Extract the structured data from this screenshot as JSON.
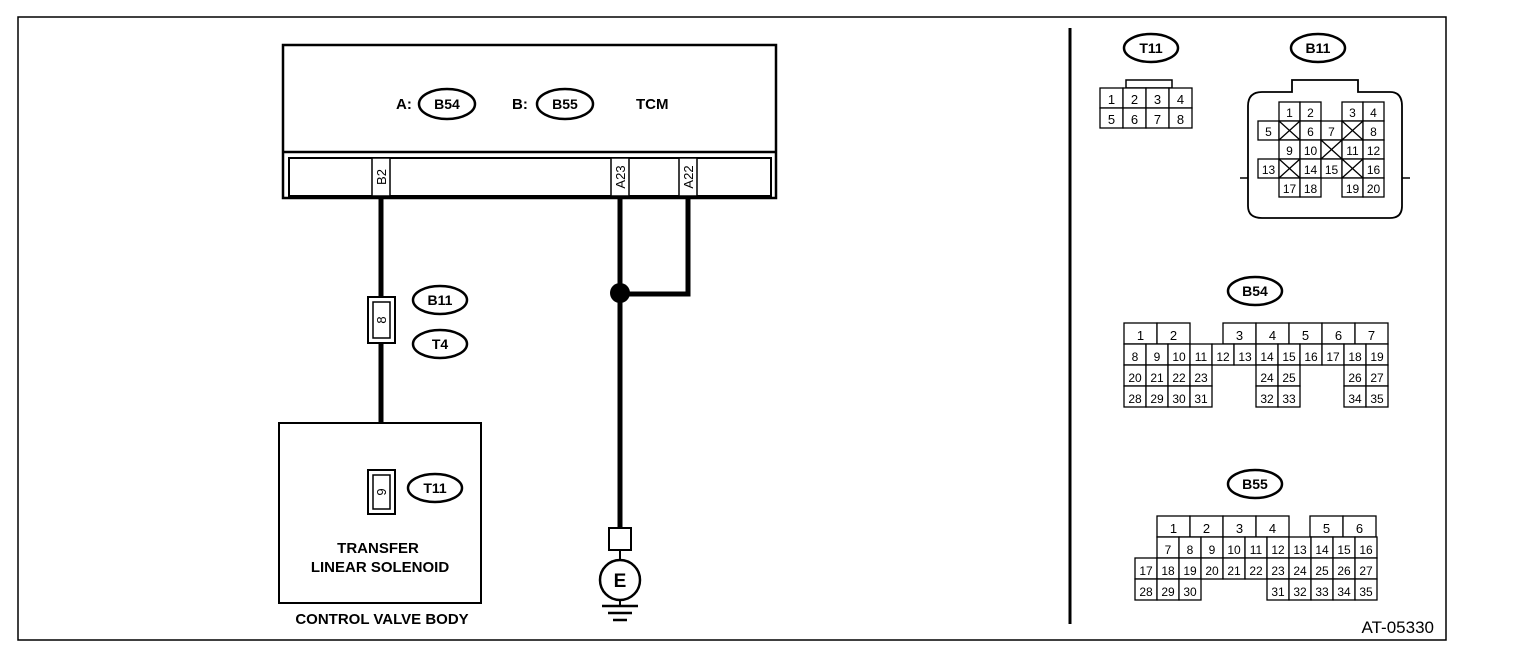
{
  "diagram": {
    "figure_id": "AT-05330",
    "tcm": {
      "label": "TCM",
      "connector_a_prefix": "A:",
      "connector_a": "B54",
      "connector_b_prefix": "B:",
      "connector_b": "B55",
      "terminals": [
        "B2",
        "A23",
        "A22"
      ]
    },
    "harness_connector": {
      "pin": "8",
      "upper_id": "B11",
      "lower_id": "T4"
    },
    "solenoid_connector": {
      "pin": "9",
      "id": "T11"
    },
    "solenoid_label_line1": "TRANSFER",
    "solenoid_label_line2": "LINEAR SOLENOID",
    "control_valve_label": "CONTROL VALVE BODY",
    "ground_label": "E"
  },
  "connectors": {
    "t11": {
      "id": "T11",
      "rows": [
        [
          "1",
          "2",
          "3",
          "4"
        ],
        [
          "5",
          "6",
          "7",
          "8"
        ]
      ]
    },
    "b11": {
      "id": "B11",
      "rows": [
        [
          "1",
          "2",
          "",
          "3",
          "4"
        ],
        [
          "5",
          "X",
          "6",
          "7",
          "X",
          "8"
        ],
        [
          "9",
          "10",
          "X",
          "11",
          "12"
        ],
        [
          "13",
          "X",
          "14",
          "15",
          "X",
          "16"
        ],
        [
          "17",
          "18",
          "",
          "19",
          "20"
        ]
      ]
    },
    "b54": {
      "id": "B54",
      "rows": [
        [
          "1",
          "2",
          "",
          "3",
          "4",
          "5",
          "6",
          "7"
        ],
        [
          "8",
          "9",
          "10",
          "11",
          "12",
          "13",
          "14",
          "15",
          "16",
          "17",
          "18",
          "19"
        ],
        [
          "20",
          "21",
          "22",
          "23",
          "",
          "",
          "24",
          "25",
          "",
          "",
          "26",
          "27"
        ],
        [
          "28",
          "29",
          "30",
          "31",
          "",
          "",
          "32",
          "33",
          "",
          "",
          "34",
          "35"
        ]
      ]
    },
    "b55": {
      "id": "B55",
      "rows": [
        [
          "1",
          "2",
          "3",
          "4",
          "",
          "5",
          "6"
        ],
        [
          "7",
          "8",
          "9",
          "10",
          "11",
          "12",
          "13",
          "14",
          "15",
          "16"
        ],
        [
          "17",
          "18",
          "19",
          "20",
          "21",
          "22",
          "23",
          "24",
          "25",
          "26",
          "27"
        ],
        [
          "28",
          "29",
          "30",
          "",
          "",
          "",
          "31",
          "32",
          "33",
          "34",
          "35"
        ]
      ]
    }
  }
}
